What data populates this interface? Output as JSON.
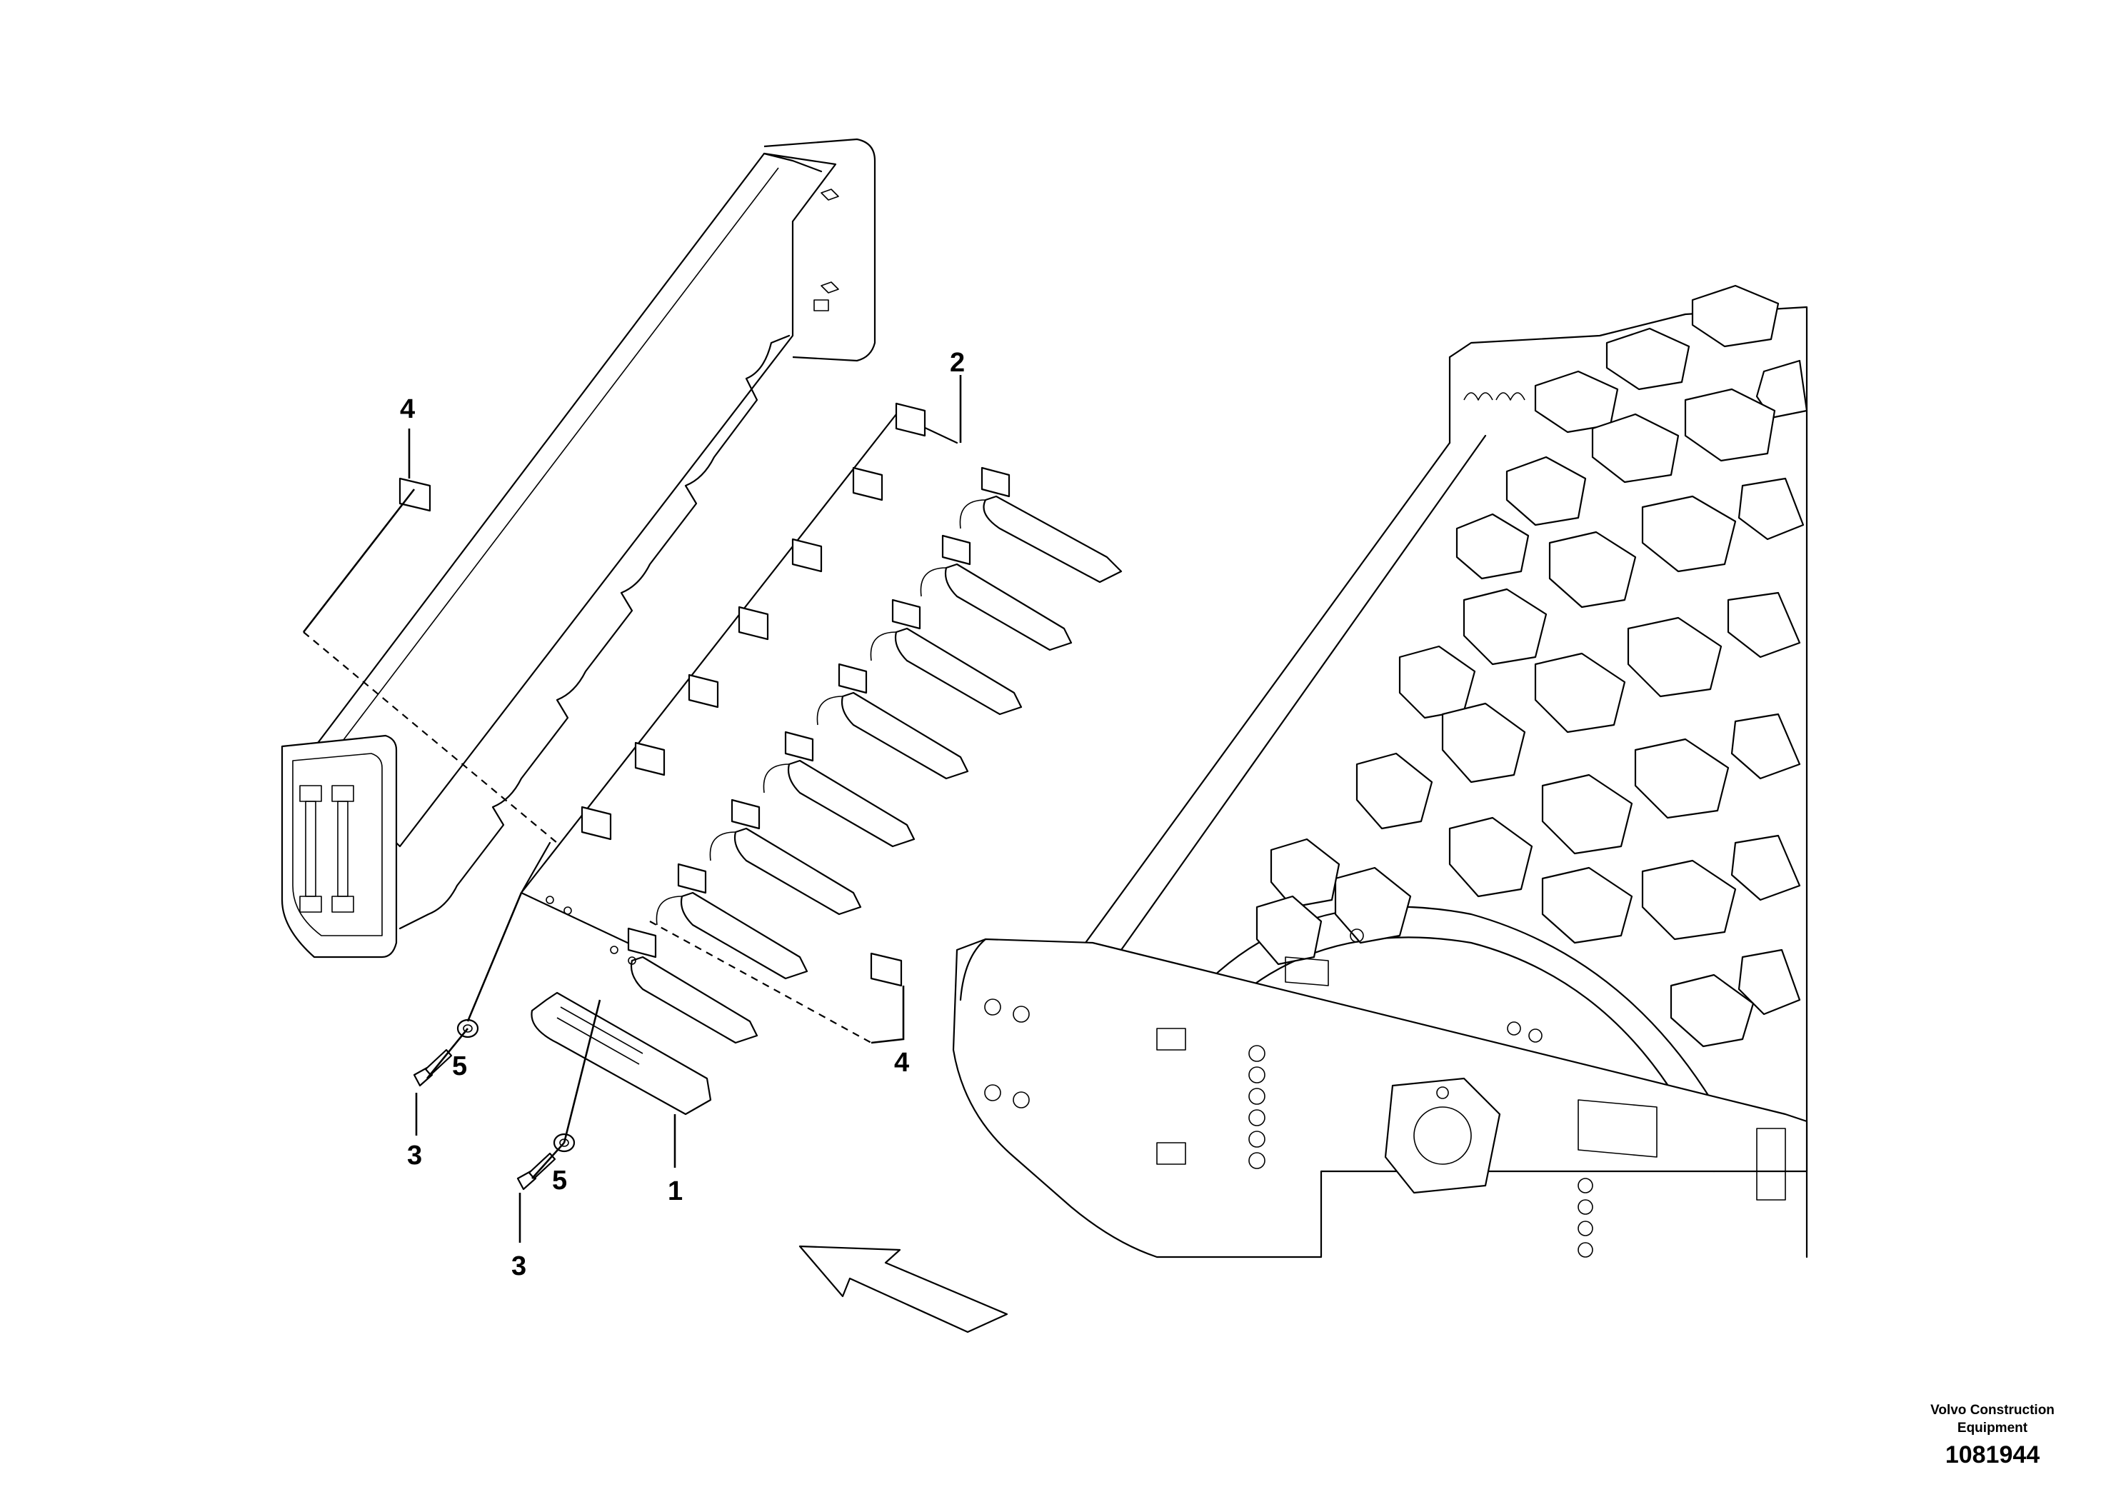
{
  "callouts": {
    "c1": "1",
    "c2": "2",
    "c3a": "3",
    "c3b": "3",
    "c4a": "4",
    "c4b": "4",
    "c5a": "5",
    "c5b": "5"
  },
  "footer": {
    "brand_line1": "Volvo Construction",
    "brand_line2": "Equipment",
    "drawing_number": "1081944"
  }
}
